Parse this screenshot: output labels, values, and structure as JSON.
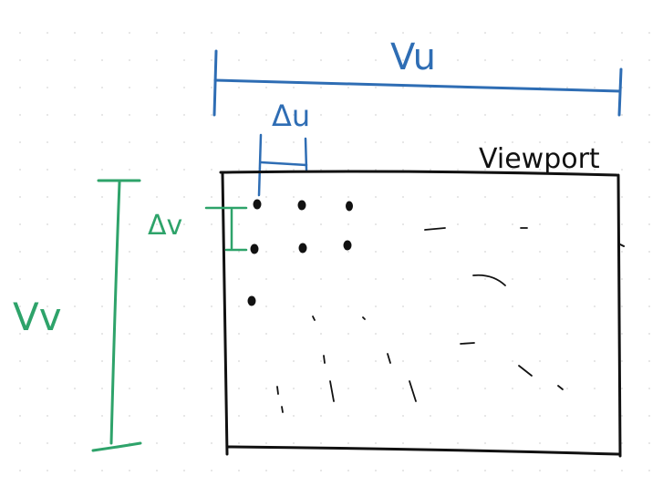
{
  "labels": {
    "vu": "Vu",
    "delta_u": "Δu",
    "viewport": "Viewport",
    "delta_v": "Δv",
    "vv": "Vv"
  },
  "colors": {
    "blue_ink": "#2e6db4",
    "green_ink": "#2ea36a",
    "black_ink": "#111111",
    "background": "#ffffff",
    "dot_grid": "#d6d6d6"
  }
}
